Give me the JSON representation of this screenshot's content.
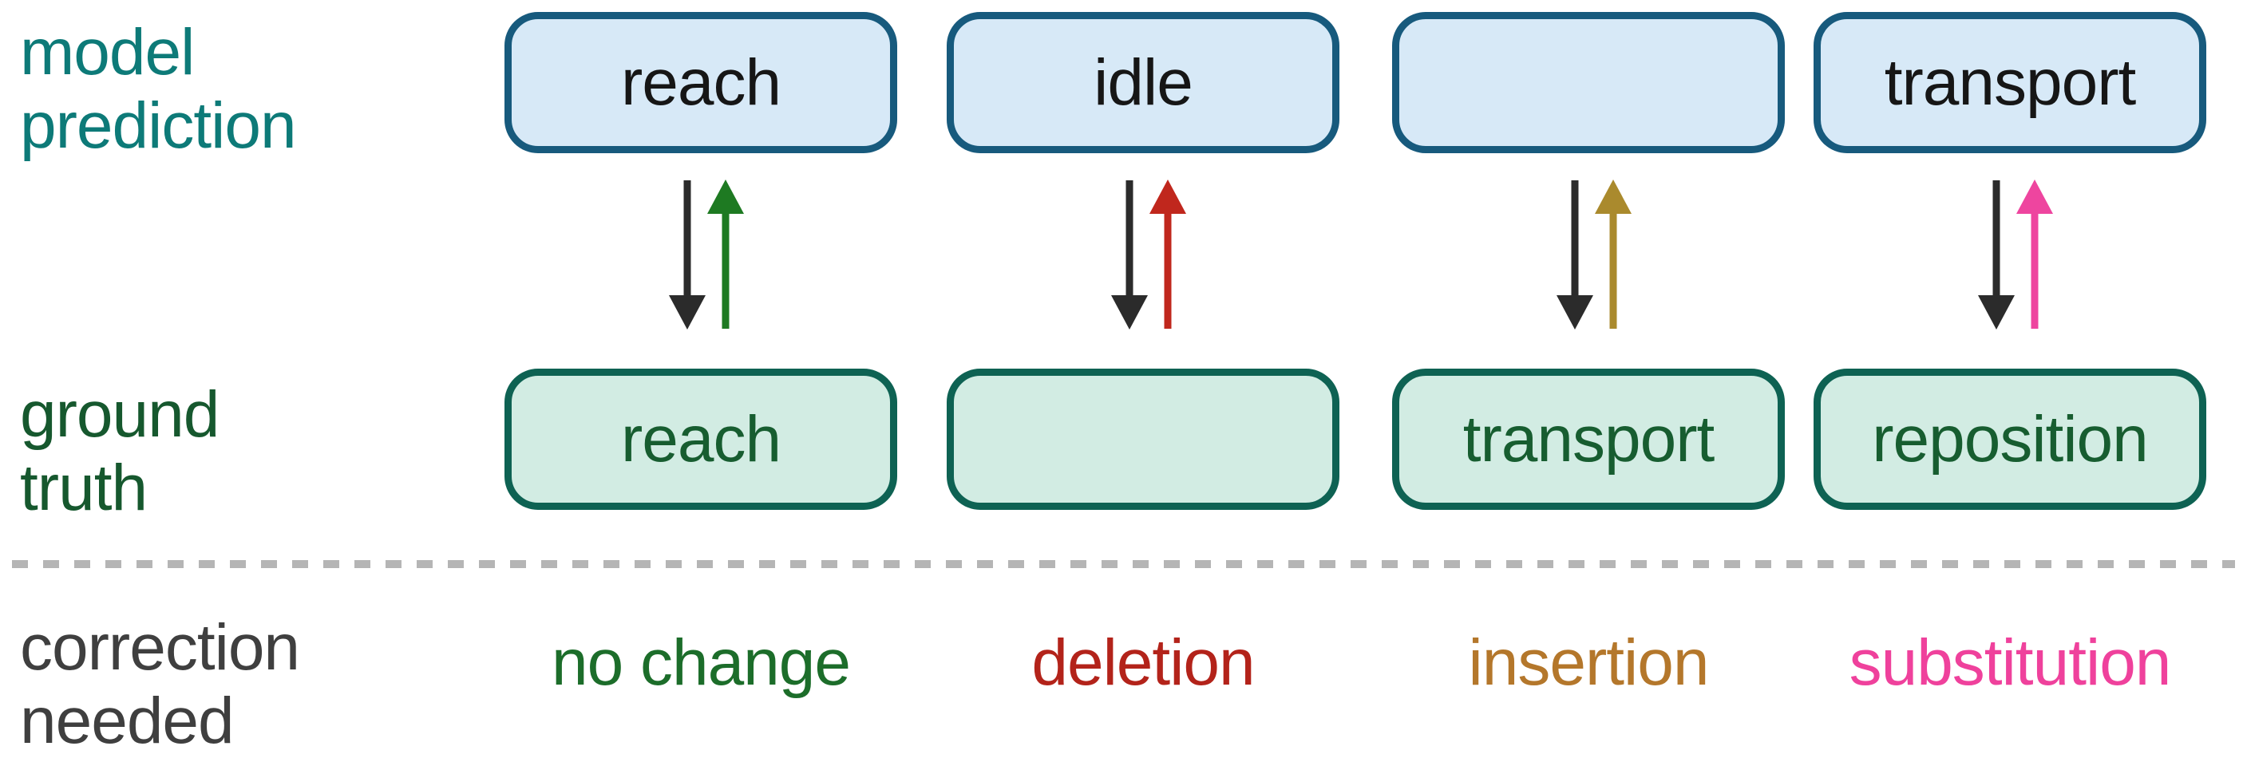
{
  "labels": {
    "model_prediction": [
      "model",
      "prediction"
    ],
    "ground_truth": [
      "ground",
      "truth"
    ],
    "correction_needed": [
      "correction",
      "needed"
    ]
  },
  "columns": [
    {
      "prediction": "reach",
      "ground_truth": "reach",
      "correction": "no change",
      "arrow_color": "#1e7a22",
      "correction_color": "#1c6d2a"
    },
    {
      "prediction": "idle",
      "ground_truth": "",
      "correction": "deletion",
      "arrow_color": "#c0271d",
      "correction_color": "#b3231a"
    },
    {
      "prediction": "",
      "ground_truth": "transport",
      "correction": "insertion",
      "arrow_color": "#aa8a2d",
      "correction_color": "#b4772b"
    },
    {
      "prediction": "transport",
      "ground_truth": "reposition",
      "correction": "substitution",
      "arrow_color": "#ee459f",
      "correction_color": "#ef419c"
    }
  ],
  "colors": {
    "model_prediction_label": "#0d7a78",
    "ground_truth_label": "#16582e",
    "correction_needed_label": "#3f3f3f",
    "prediction_box_fill": "#d7e9f7",
    "prediction_box_border": "#175a7d",
    "prediction_box_text": "#161616",
    "ground_truth_box_fill": "#d2ece3",
    "ground_truth_box_border": "#0e6253",
    "ground_truth_box_text": "#175d30",
    "black_arrow": "#2b2b2b",
    "divider": "#b5b5b5",
    "background": "#ffffff"
  }
}
